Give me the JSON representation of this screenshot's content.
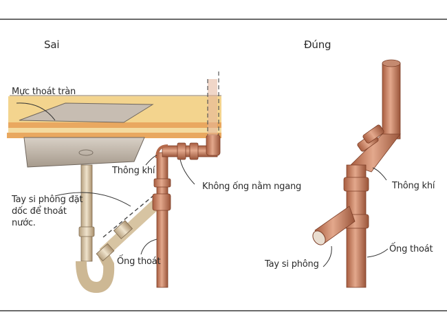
{
  "panels": {
    "wrong": {
      "title": "Sai",
      "labels": {
        "overflow_level": "Mực thoát tràn",
        "vent": "Thông khí",
        "no_horizontal": "Không ống nằm ngang",
        "trap_arm": "Tay si phông đặt dốc để thoát nước.",
        "drain": "Ống thoát"
      }
    },
    "right": {
      "title": "Đúng",
      "labels": {
        "vent": "Thông khí",
        "trap_arm": "Tay si phông",
        "drain": "Ống thoát"
      }
    }
  },
  "colors": {
    "rule": "#6a6a6a",
    "counter_top": "#f3d48e",
    "counter_edge": "#e9a860",
    "copper": "#c9795a",
    "copper_dark": "#8c4a33",
    "sink_metal": "#b9ada0",
    "trap_pipe": "#d9c7a8",
    "text": "#2a2a2a"
  }
}
